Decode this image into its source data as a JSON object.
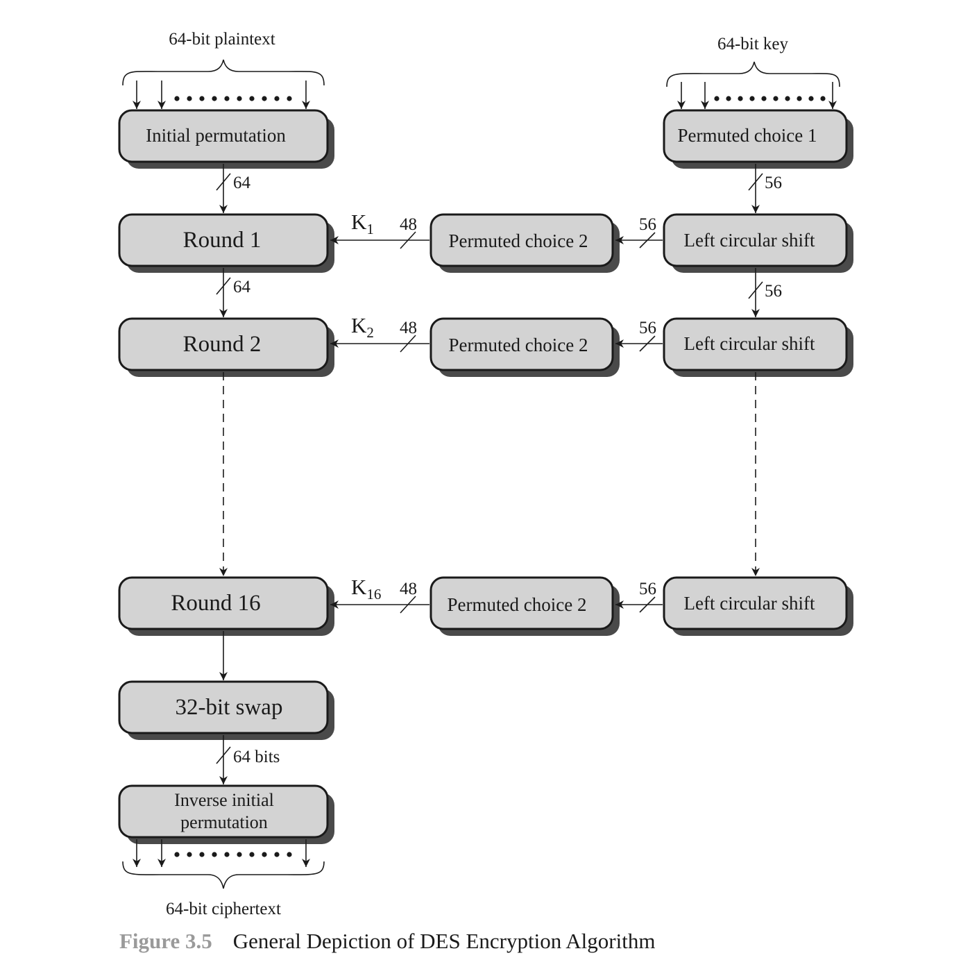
{
  "labels": {
    "plaintext": "64-bit plaintext",
    "key": "64-bit key",
    "ciphertext": "64-bit ciphertext"
  },
  "boxes": {
    "initial_permutation": "Initial permutation",
    "round1": "Round 1",
    "round2": "Round 2",
    "round16": "Round 16",
    "swap": "32-bit swap",
    "inverse_line1": "Inverse initial",
    "inverse_line2": "permutation",
    "pc1": "Permuted choice 1",
    "pc2": "Permuted choice 2",
    "lcs": "Left circular shift"
  },
  "widths": {
    "w64": "64",
    "w56": "56",
    "w48": "48",
    "w64bits": "64 bits"
  },
  "subkeys": {
    "k_letter": "K",
    "k1_sub": "1",
    "k2_sub": "2",
    "k16_sub": "16"
  },
  "caption": {
    "figure_number": "Figure 3.5",
    "title": "General Depiction of DES Encryption Algorithm"
  },
  "colors": {
    "box_fill": "#d3d3d3",
    "box_shadow": "#4a4a4a",
    "stroke": "#1a1a1a",
    "caption_figure": "#9a9a9a"
  }
}
